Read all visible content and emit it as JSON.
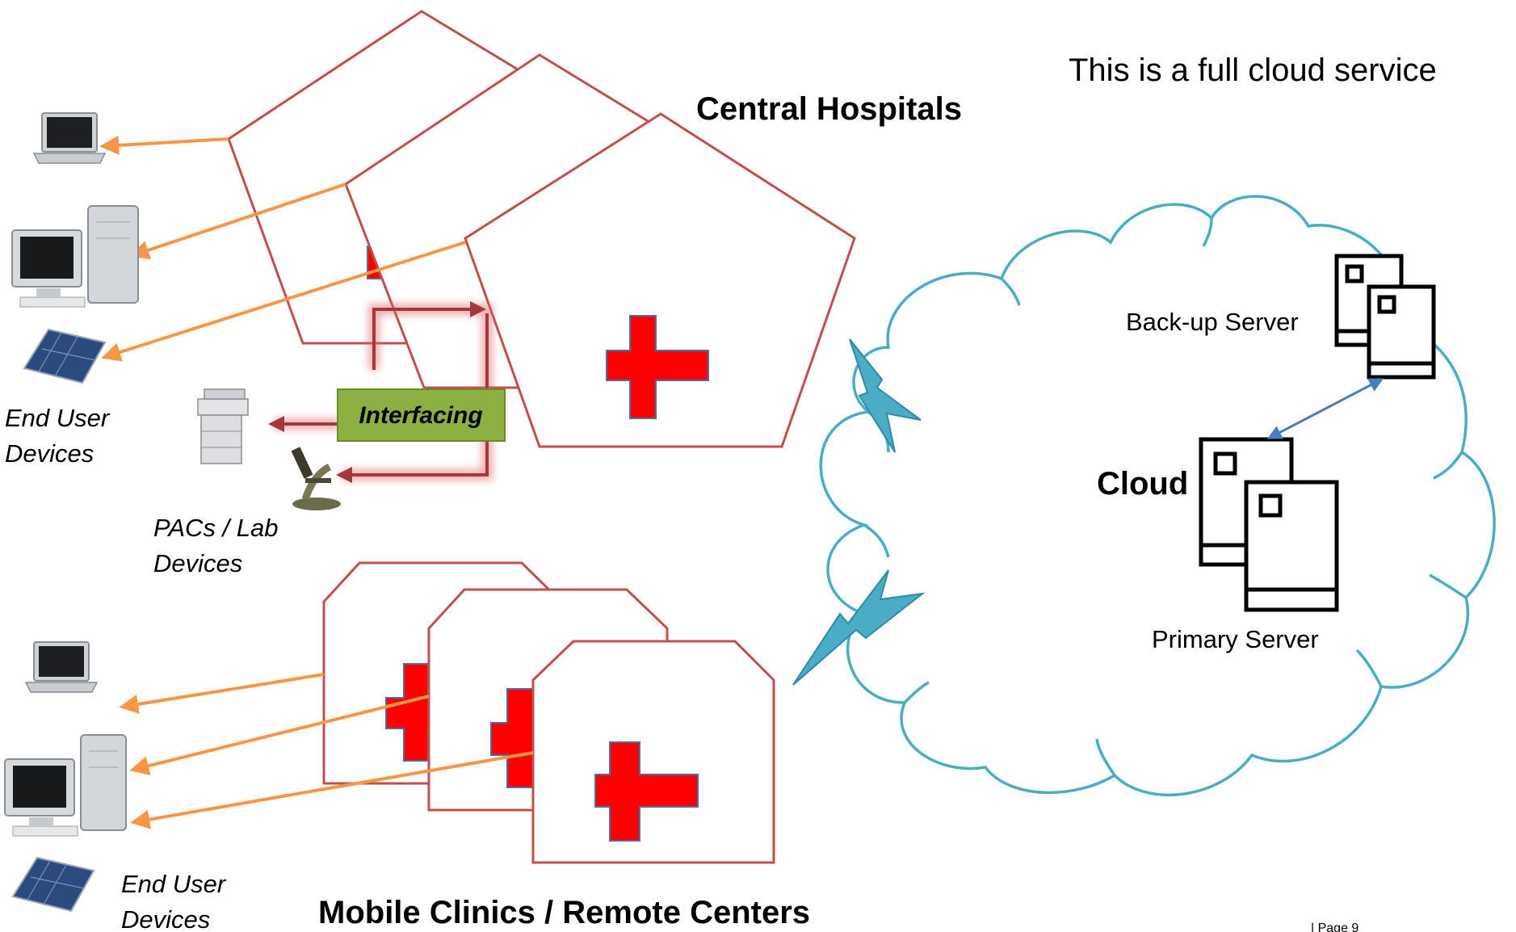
{
  "diagram": {
    "headline": "This is a full cloud service",
    "central_hospitals_label": "Central Hospitals",
    "mobile_clinics_label": "Mobile Clinics / Remote Centers",
    "end_user_devices_top": [
      "End User",
      "Devices"
    ],
    "end_user_devices_bottom": [
      "End User",
      "Devices"
    ],
    "pacs_lab_devices": [
      "PACs / Lab",
      "Devices"
    ],
    "interfacing_label": "Interfacing",
    "cloud_label": "Cloud",
    "backup_server_label": "Back-up Server",
    "primary_server_label": "Primary Server",
    "page_footer": "| Page 9"
  },
  "colors": {
    "building_outline": "#c0504d",
    "red_cross": "#ff0000",
    "cross_border": "#4a6fa5",
    "device_arrow": "#f79646",
    "interface_arrow": "#a33a3a",
    "interface_box": "#8db043",
    "cloud_outline": "#4bacc6",
    "lightning": "#4bacc6",
    "server_link": "#4a7ebb"
  },
  "icons": [
    "laptop-icon",
    "desktop-computer-icon",
    "solar-panel-icon",
    "copier-icon",
    "microscope-icon",
    "server-icon",
    "lightning-icon",
    "red-cross-icon",
    "cloud-icon"
  ]
}
